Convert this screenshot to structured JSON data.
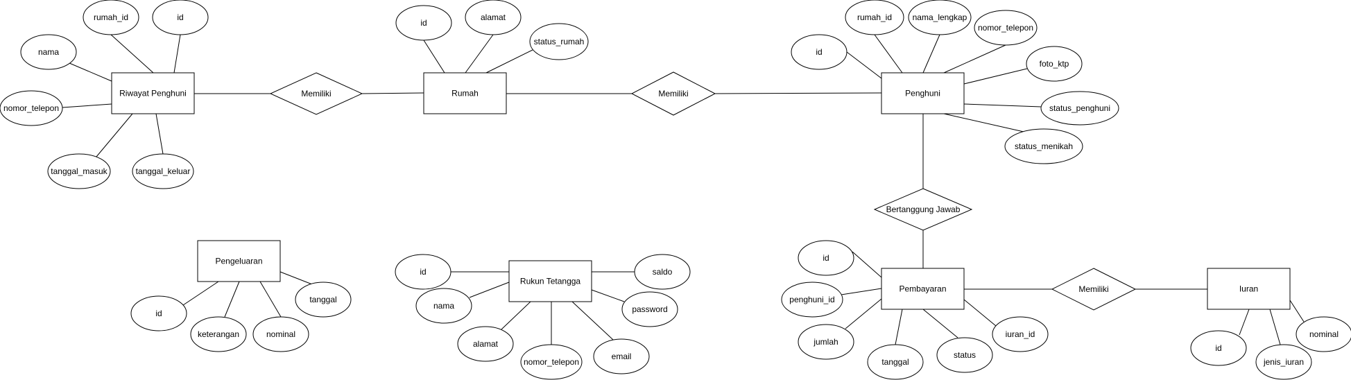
{
  "entities": {
    "riwayat_penghuni": "Riwayat Penghuni",
    "rumah": "Rumah",
    "penghuni": "Penghuni",
    "pengeluaran": "Pengeluaran",
    "rukun_tetangga": "Rukun Tetangga",
    "pembayaran": "Pembayaran",
    "iuran": "Iuran"
  },
  "relationships": {
    "riwayat_rumah": "Memiliki",
    "rumah_penghuni": "Memiliki",
    "penghuni_pembayaran": "Bertanggung Jawab",
    "pembayaran_iuran": "Memiliki"
  },
  "attributes": {
    "riwayat_penghuni": [
      "rumah_id",
      "id",
      "nama",
      "nomor_telepon",
      "tanggal_masuk",
      "tanggal_keluar"
    ],
    "rumah": [
      "id",
      "alamat",
      "status_rumah"
    ],
    "penghuni": [
      "rumah_id",
      "nama_lengkap",
      "nomor_telepon",
      "id",
      "foto_ktp",
      "status_penghuni",
      "status_menikah"
    ],
    "pengeluaran": [
      "id",
      "keterangan",
      "nominal",
      "tanggal"
    ],
    "rukun_tetangga": [
      "id",
      "nama",
      "alamat",
      "nomor_telepon",
      "email",
      "saldo",
      "password"
    ],
    "pembayaran": [
      "id",
      "penghuni_id",
      "jumlah",
      "tanggal",
      "status",
      "iuran_id"
    ],
    "iuran": [
      "id",
      "jenis_iuran",
      "nominal"
    ]
  }
}
